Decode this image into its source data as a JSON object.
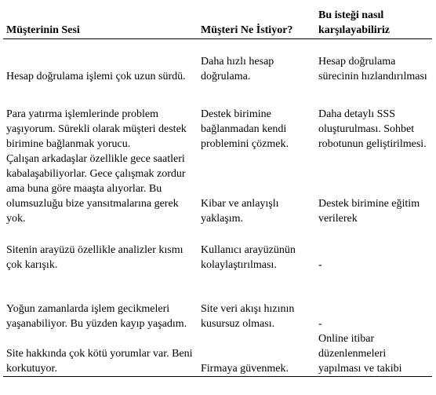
{
  "table": {
    "headers": [
      "Müşterinin Sesi",
      "Müşteri Ne İstiyor?",
      "Bu isteği nasıl karşılayabiliriz"
    ],
    "rows": [
      {
        "voice": "Hesap doğrulama işlemi çok uzun sürdü.",
        "want": "Daha hızlı hesap doğrulama.",
        "solution": "Hesap doğrulama sürecinin hızlandırılması"
      },
      {
        "voice": "Para yatırma işlemlerinde problem yaşıyorum. Sürekli olarak müşteri destek birimine bağlanmak yorucu.",
        "want": "Destek birimine bağlanmadan kendi problemini çözmek.",
        "solution": "Daha detaylı SSS oluşturulması. Sohbet robotunun geliştirilmesi."
      },
      {
        "voice": "Çalışan arkadaşlar özellikle gece saatleri kabalaşabiliyorlar. Gece çalışmak zordur ama buna göre maaşta alıyorlar. Bu olumsuzluğu bize yansıtmalarına gerek yok.",
        "want": "Kibar ve anlayışlı yaklaşım.",
        "solution": "Destek birimine eğitim verilerek"
      },
      {
        "voice": "Sitenin arayüzü özellikle analizler kısmı çok karışık.",
        "want": "Kullanıcı arayüzünün kolaylaştırılması.",
        "solution": "-"
      },
      {
        "voice": "Yoğun zamanlarda işlem gecikmeleri yaşanabiliyor. Bu yüzden kayıp yaşadım.",
        "want": "Site veri akışı hızının kusursuz olması.",
        "solution": "-"
      },
      {
        "voice": "Site hakkında çok kötü yorumlar var. Beni korkutuyor.",
        "want": "Firmaya güvenmek.",
        "solution": "Online itibar düzenlenmeleri yapılması ve takibi"
      }
    ]
  }
}
